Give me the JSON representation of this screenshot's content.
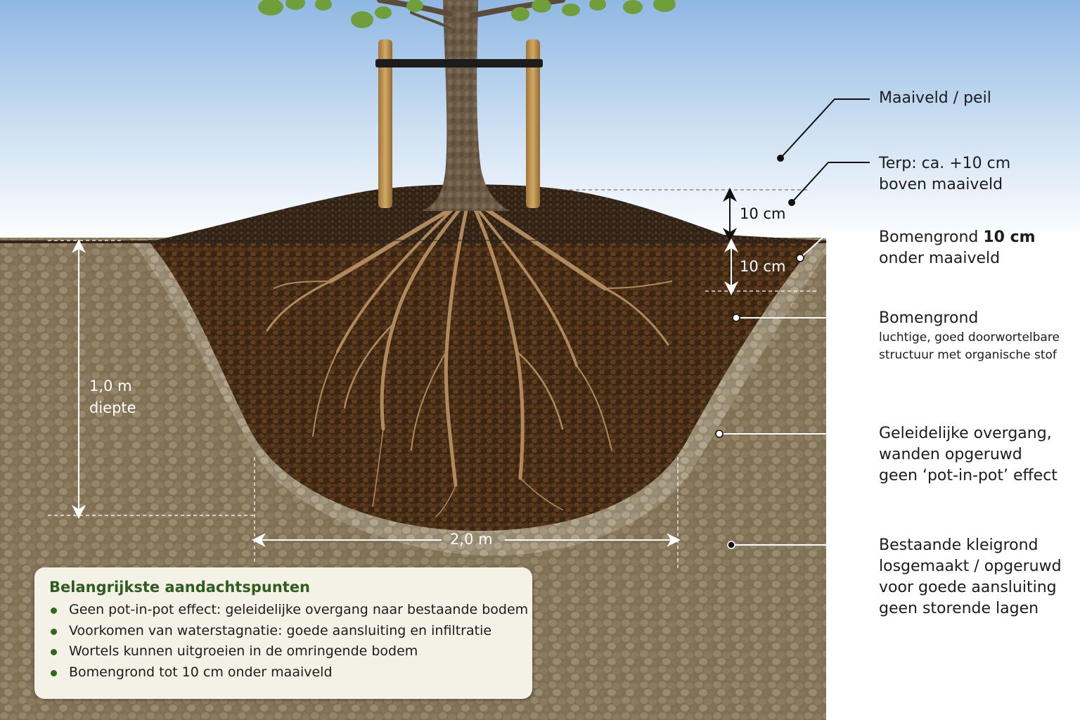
{
  "labels": {
    "maaiveld": "Maaiveld / peil",
    "terp_1": "Terp: ca. +10 cm",
    "terp_2": "boven maaiveld",
    "bomengrond10_a": "Bomengrond ",
    "bomengrond10_b": "10 cm",
    "bomengrond10_2": "onder maaiveld",
    "bomengrond": "Bomengrond",
    "bomengrond_sub_1": "luchtige, goed doorwortelbare",
    "bomengrond_sub_2": "structuur met organische stof",
    "overgang_1": "Geleidelijke overgang,",
    "overgang_2": "wanden opgeruwd",
    "overgang_3": "geen ‘pot-in-pot’ effect",
    "klei_1": "Bestaande kleigrond",
    "klei_2": "losgemaakt / opgeruwd",
    "klei_3": "voor goede aansluiting",
    "klei_4": "geen storende lagen"
  },
  "dimensions": {
    "terp_height": "10 cm",
    "bomengrond_below": "10 cm",
    "depth_1": "1,0 m",
    "depth_2": "diepte",
    "width": "2,0 m"
  },
  "infobox": {
    "title": "Belangrijkste aandachtspunten",
    "items": [
      "Geen pot-in-pot effect: geleidelijke overgang naar bestaande bodem",
      "Voorkomen van waterstagnatie: goede aansluiting en infiltratie",
      "Wortels kunnen uitgroeien in de omringende bodem",
      "Bomengrond tot 10 cm onder maaiveld"
    ]
  },
  "colors": {
    "sky_top": "#8fb8e4",
    "sky_bottom": "#ffffff",
    "clay": "#7f7056",
    "transition": "#9c8f78",
    "tree_soil": "#4a3118",
    "mound": "#3c2a1a",
    "trunk": "#6b5a45",
    "stake": "#c2954e",
    "leaves": "#6f9e3a",
    "bullet": "#2f6a1c",
    "title_green": "#2d5e1e"
  }
}
